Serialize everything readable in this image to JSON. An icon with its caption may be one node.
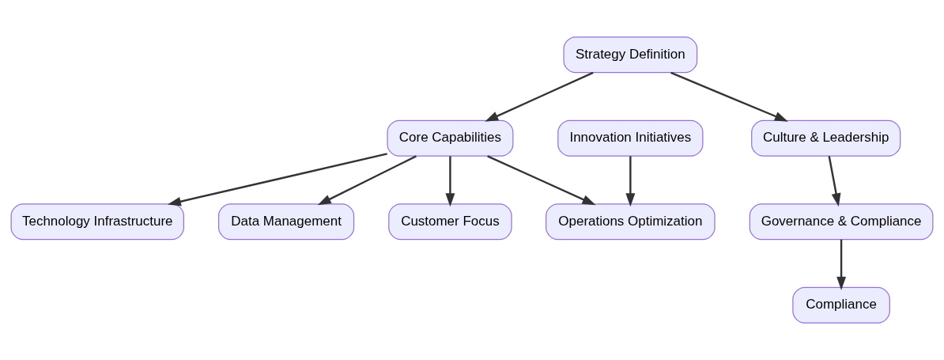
{
  "diagram": {
    "nodes": [
      {
        "text": [
          "Strategy Definition"
        ]
      },
      {
        "text": [
          "Core Capabilities"
        ]
      },
      {
        "text": [
          "Innovation Initiatives"
        ]
      },
      {
        "text": [
          "Culture & Leadership"
        ]
      },
      {
        "text": [
          "Technology Infrastructure"
        ]
      },
      {
        "text": [
          "Data Management"
        ]
      },
      {
        "text": [
          "Customer Focus"
        ]
      },
      {
        "text": [
          "Operations Optimization"
        ]
      },
      {
        "text": [
          "Governance & Compliance"
        ]
      },
      {
        "text": [
          "Compliance"
        ]
      }
    ],
    "edges": [
      {
        "from": 0,
        "to": 1,
        "arrow": "to"
      },
      {
        "from": 0,
        "to": 3,
        "arrow": "to"
      },
      {
        "from": 1,
        "to": 4,
        "arrow": "to"
      },
      {
        "from": 1,
        "to": 5,
        "arrow": "to"
      },
      {
        "from": 1,
        "to": 6,
        "arrow": "to"
      },
      {
        "from": 1,
        "to": 7,
        "arrow": "to"
      },
      {
        "from": 2,
        "to": 7,
        "arrow": "to"
      },
      {
        "from": 3,
        "to": 8,
        "arrow": "to"
      },
      {
        "from": 8,
        "to": 9,
        "arrow": "to"
      }
    ]
  }
}
